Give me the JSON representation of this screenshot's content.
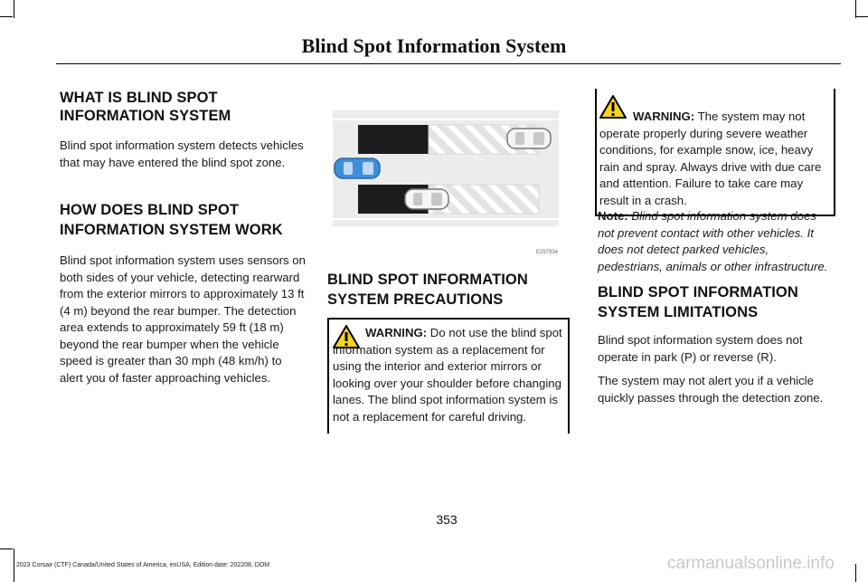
{
  "header": {
    "title": "Blind Spot Information System"
  },
  "section1": {
    "heading_line1": "WHAT IS BLIND SPOT",
    "heading_line2": "INFORMATION SYSTEM",
    "body": "Blind spot information system detects vehicles that may have entered the blind spot zone."
  },
  "section2": {
    "heading_line1": "HOW DOES BLIND SPOT",
    "heading_line2": "INFORMATION SYSTEM WORK",
    "body": "Blind spot information system uses sensors on both sides of your vehicle, detecting rearward from the exterior mirrors to approximately 13 ft (4 m) beyond the rear bumper. The detection area extends to approximately 59 ft (18 m) beyond the rear bumper when the vehicle speed is greater than 30 mph (48 km/h) to alert you of faster approaching vehicles."
  },
  "figure": {
    "code": "E297934"
  },
  "section3": {
    "heading_line1": "BLIND SPOT INFORMATION",
    "heading_line2": "SYSTEM PRECAUTIONS",
    "warning_label": "WARNING:",
    "warning_text": " Do not use the blind spot information system as a replacement for using the interior and exterior mirrors or looking over your shoulder before changing lanes. The blind spot information system is not a replacement for careful driving."
  },
  "col3_warning": {
    "warning_label": "WARNING:",
    "warning_text": " The system may not operate properly during severe weather conditions, for example snow, ice, heavy rain and spray. Always drive with due care and attention. Failure to take care may result in a crash."
  },
  "note": {
    "label": "Note:",
    "text": "  Blind spot information system does not prevent contact with other vehicles. It does not detect parked vehicles, pedestrians, animals or other infrastructure."
  },
  "section4": {
    "heading_line1": "BLIND SPOT INFORMATION",
    "heading_line2": "SYSTEM LIMITATIONS",
    "para1": "Blind spot information system does not operate in park (P) or reverse (R).",
    "para2": "The system may not alert you if a vehicle quickly passes through the detection zone."
  },
  "footer": {
    "page_number": "353",
    "edition": "2023 Corsair (CTF) Canada/United States of America, enUSA, Edition date: 202208, DOM"
  },
  "watermark": "carmanualsonline.info",
  "colors": {
    "warning_yellow": "#f7d31a",
    "vehicle_blue": "#3f8fd8",
    "zone_dark": "#1c1c1c",
    "road_grey": "#e7e7e7"
  }
}
